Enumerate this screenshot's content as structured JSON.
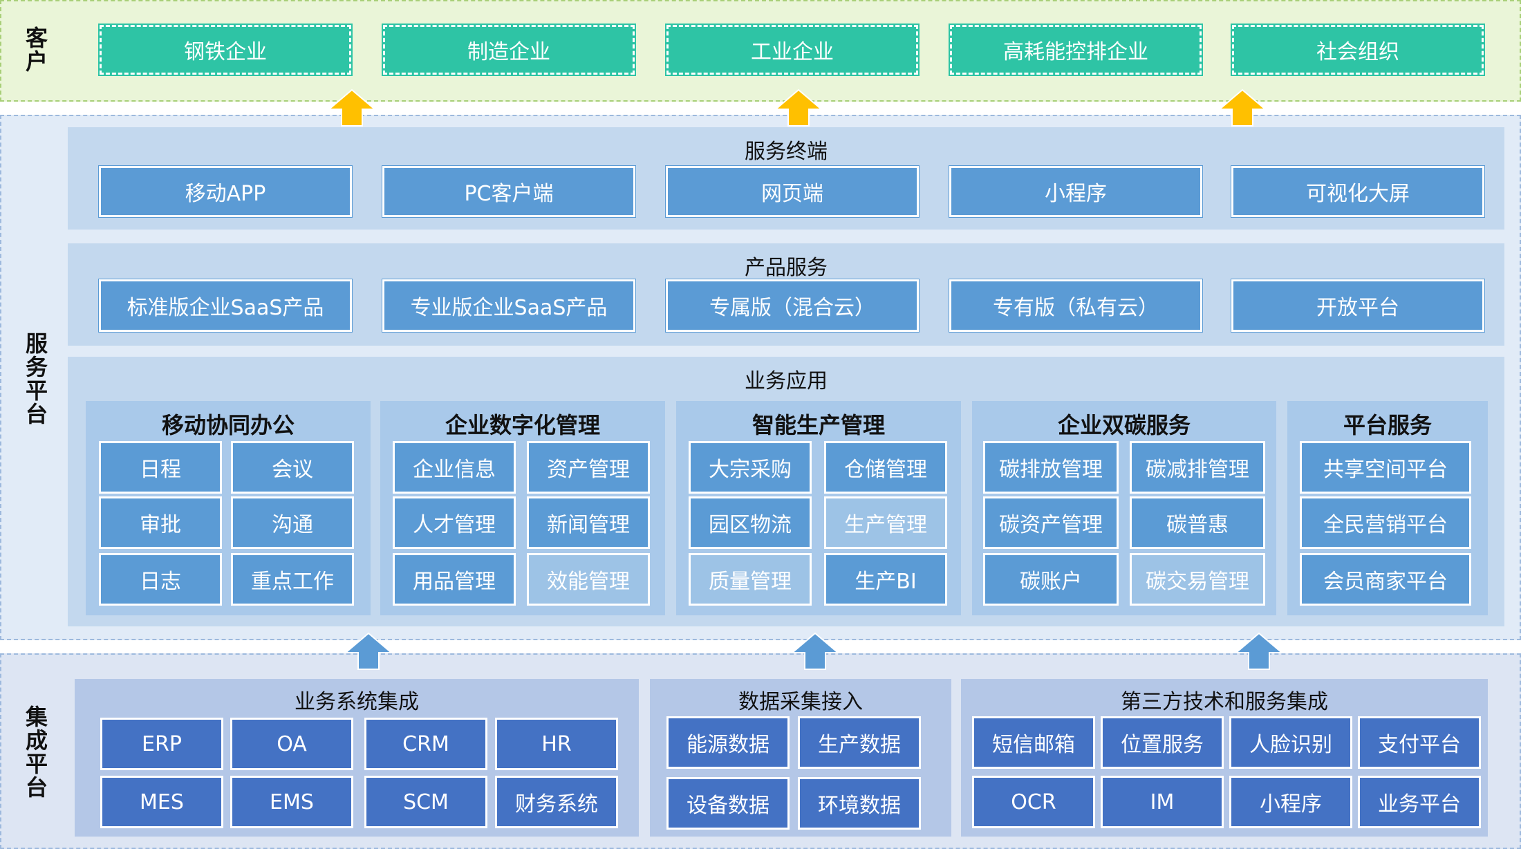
{
  "sections": {
    "customers_label": "客户",
    "service_label": "服务平台",
    "integration_label": "集成平台"
  },
  "customers": [
    "钢铁企业",
    "制造企业",
    "工业企业",
    "高耗能控排企业",
    "社会组织"
  ],
  "service_terminal": {
    "title": "服务终端",
    "items": [
      "移动APP",
      "PC客户端",
      "网页端",
      "小程序",
      "可视化大屏"
    ]
  },
  "product_service": {
    "title": "产品服务",
    "items": [
      "标准版企业SaaS产品",
      "专业版企业SaaS产品",
      "专属版（混合云）",
      "专有版（私有云）",
      "开放平台"
    ]
  },
  "business_app": {
    "title": "业务应用",
    "columns": [
      {
        "title": "移动协同办公",
        "items": [
          "日程",
          "会议",
          "审批",
          "沟通",
          "日志",
          "重点工作"
        ]
      },
      {
        "title": "企业数字化管理",
        "items": [
          "企业信息",
          "资产管理",
          "人才管理",
          "新闻管理",
          "用品管理",
          "效能管理"
        ]
      },
      {
        "title": "智能生产管理",
        "items": [
          "大宗采购",
          "仓储管理",
          "园区物流",
          "生产管理",
          "质量管理",
          "生产BI"
        ]
      },
      {
        "title": "企业双碳服务",
        "items": [
          "碳排放管理",
          "碳减排管理",
          "碳资产管理",
          "碳普惠",
          "碳账户",
          "碳交易管理"
        ]
      },
      {
        "title": "平台服务",
        "items": [
          "共享空间平台",
          "全民营销平台",
          "会员商家平台"
        ]
      }
    ]
  },
  "integration": {
    "business_system": {
      "title": "业务系统集成",
      "items": [
        "ERP",
        "OA",
        "CRM",
        "HR",
        "MES",
        "EMS",
        "SCM",
        "财务系统"
      ]
    },
    "data_collection": {
      "title": "数据采集接入",
      "items": [
        "能源数据",
        "生产数据",
        "设备数据",
        "环境数据"
      ]
    },
    "third_party": {
      "title": "第三方技术和服务集成",
      "items": [
        "短信邮箱",
        "位置服务",
        "人脸识别",
        "支付平台",
        "OCR",
        "IM",
        "小程序",
        "业务平台"
      ]
    }
  },
  "colors": {
    "customer_green": "#2ec4a5",
    "service_blue": "#5b9bd5",
    "light_blue": "#9dc3e6",
    "integration_blue": "#4472c4",
    "arrow_yellow": "#ffc000"
  }
}
